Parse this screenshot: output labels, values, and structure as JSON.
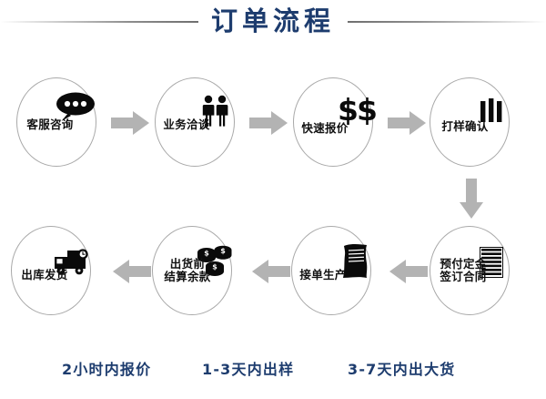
{
  "page": {
    "title": "订单流程",
    "background_color": "#ffffff",
    "title_color": "#1d3c6e",
    "circle_border_color": "#a9a9a9",
    "arrow_color": "#b3b3b3",
    "icon_color": "#0a0a0a"
  },
  "flow": {
    "row_top": [
      {
        "label": "客服咨询",
        "icon": "speech-bubble-icon"
      },
      {
        "label": "业务洽谈",
        "icon": "two-people-icon"
      },
      {
        "label": "快速报价",
        "icon": "dollar-signs-icon",
        "icon_text": "$$"
      },
      {
        "label": "打样确认",
        "icon": "bar-chart-icon"
      }
    ],
    "row_bottom": [
      {
        "label": "出库发货",
        "icon": "delivery-truck-icon"
      },
      {
        "label": "出货前\n结算余款",
        "icon": "coin-stacks-icon"
      },
      {
        "label": "接单生产",
        "icon": "scroll-document-icon"
      },
      {
        "label": "预付定金\n签订合同",
        "icon": "document-lines-icon"
      }
    ],
    "connectors": [
      {
        "name": "arrow-1-to-2",
        "direction": "right"
      },
      {
        "name": "arrow-2-to-3",
        "direction": "right"
      },
      {
        "name": "arrow-3-to-4",
        "direction": "right"
      },
      {
        "name": "arrow-4-to-5",
        "direction": "down"
      },
      {
        "name": "arrow-5-to-6",
        "direction": "left"
      },
      {
        "name": "arrow-6-to-7",
        "direction": "left"
      },
      {
        "name": "arrow-7-to-8",
        "direction": "left"
      }
    ]
  },
  "footer": {
    "items": [
      "2小时内报价",
      "1-3天内出样",
      "3-7天内出大货"
    ]
  }
}
